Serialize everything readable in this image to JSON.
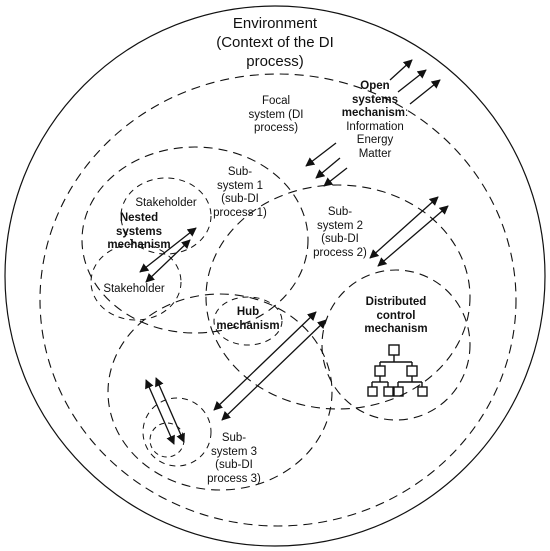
{
  "environment": {
    "title_lines": [
      "Environment",
      "(Context of the DI",
      "process)"
    ]
  },
  "open_systems": {
    "heading_lines": [
      "Open",
      "systems",
      "mechanism"
    ],
    "colon": ":",
    "items": [
      "Information",
      "Energy",
      "Matter"
    ]
  },
  "focal_system": {
    "lines": [
      "Focal",
      "system (DI",
      "process)"
    ]
  },
  "subsystem_1": {
    "lines": [
      "Sub-",
      "system 1",
      "(sub-DI",
      "process 1)"
    ]
  },
  "subsystem_2": {
    "lines": [
      "Sub-",
      "system 2",
      "(sub-DI",
      "process 2)"
    ]
  },
  "subsystem_3": {
    "lines": [
      "Sub-",
      "system 3",
      "(sub-DI",
      "process 3)"
    ]
  },
  "nested_systems": {
    "heading_lines": [
      "Nested",
      "systems",
      "mechanism"
    ],
    "stakeholder_top": "Stakeholder",
    "stakeholder_bottom": "Stakeholder"
  },
  "hub": {
    "heading_lines": [
      "Hub",
      "mechanism"
    ]
  },
  "distributed_control": {
    "heading_lines": [
      "Distributed",
      "control",
      "mechanism"
    ],
    "icon": "hierarchy-org-chart-icon"
  },
  "colors": {
    "stroke": "#111111",
    "background": "#ffffff"
  }
}
